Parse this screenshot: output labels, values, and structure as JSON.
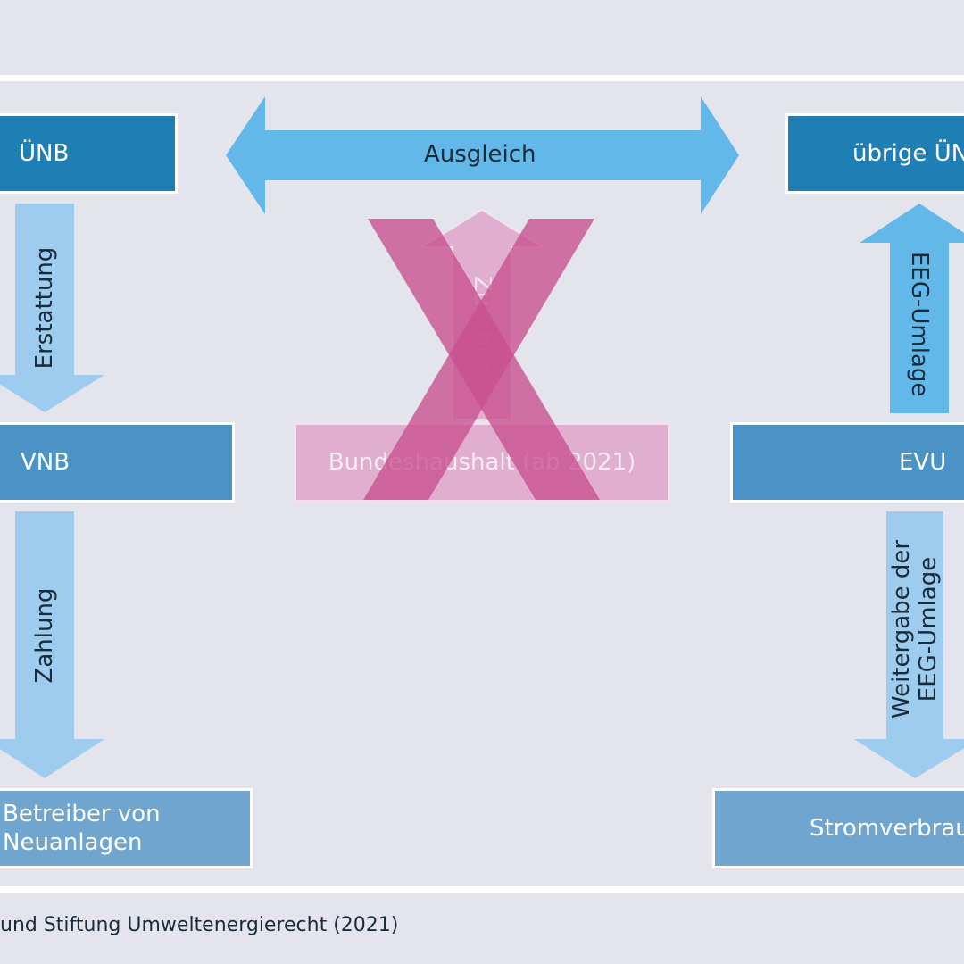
{
  "boxes": {
    "uenb": "ÜNB",
    "uebrige_uenb": "übrige ÜNB",
    "vnb": "VNB",
    "evu": "EVU",
    "bundeshaushalt": "Bundeshaushalt (ab 2021)",
    "betreiber_line1": "Betreiber von",
    "betreiber_line2": "Neuanlagen",
    "stromverbraucher": "Stromverbraucher"
  },
  "arrows": {
    "ausgleich": "Ausgleich",
    "erstattung": "Erstattung",
    "zahlung": "Zahlung",
    "zuschuss": "Zuschuss",
    "eeg_umlage": "EEG-Umlage",
    "weitergabe_line1": "Weitergabe der",
    "weitergabe_line2": "EEG-Umlage"
  },
  "source": "und Stiftung Umweltenergierecht (2021)",
  "colors": {
    "background": "#e4e5ec",
    "box_dark": "#1f7fb5",
    "box_mid": "#4a93c4",
    "box_light": "#70a5cf",
    "arrow_blue": "#62b8e8",
    "arrow_light": "#9dccee",
    "cross_magenta": "#c94f8f",
    "crossed_pink": "#e0afcf"
  }
}
